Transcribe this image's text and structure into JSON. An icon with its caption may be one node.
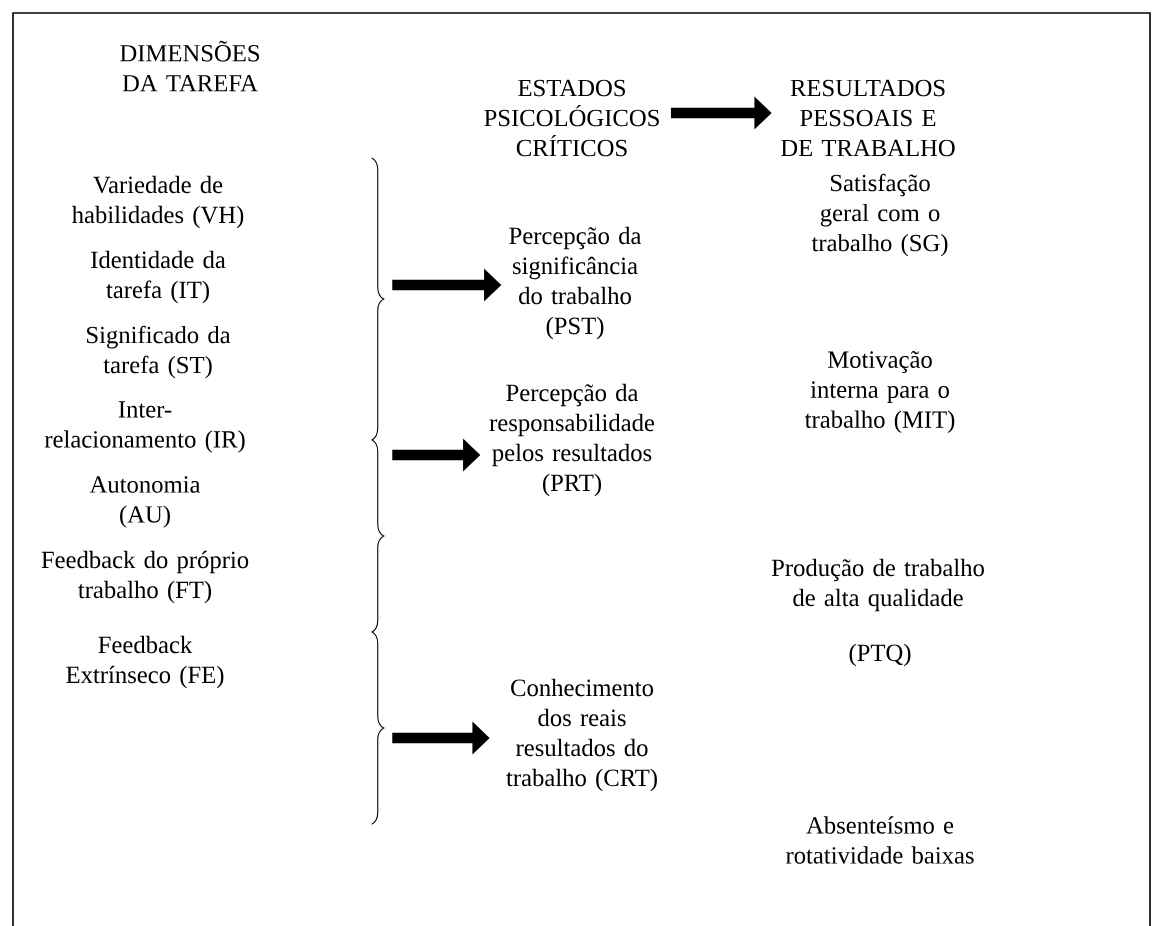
{
  "diagram": {
    "nodes": [
      {
        "text": [
          "ESTADOS PSICOLÓGICOS CRÍTICOS"
        ]
      },
      {
        "text": [
          "RESULTADOS PESSOAIS E DE TRABALHO"
        ]
      },
      {
        "text": [],
        "shape": "brace"
      },
      {
        "text": [],
        "shape": "brace"
      },
      {
        "text": [],
        "shape": "brace"
      },
      {
        "text": [
          "Percepção da significância do trabalho (PST)"
        ]
      },
      {
        "text": [
          "Percepção da responsabilidade pelos resultados (PRT)"
        ]
      },
      {
        "text": [
          "Conhecimento dos reais resultados do trabalho (CRT)"
        ]
      }
    ],
    "edges": [
      {
        "from": 0,
        "to": 1,
        "arrow": "to"
      },
      {
        "from": 2,
        "to": 5,
        "arrow": "to"
      },
      {
        "from": 3,
        "to": 6,
        "arrow": "to"
      },
      {
        "from": 4,
        "to": 7,
        "arrow": "to"
      }
    ],
    "labels": [
      "DIMENSÕES DA TAREFA",
      "Variedade de habilidades (VH)",
      "Satisfação geral com o trabalho (SG)",
      "Identidade da tarefa (IT)",
      "Significado da tarefa (ST)",
      "Motivação interna para o trabalho (MIT)",
      "Inter-relacionamento (IR)",
      "Autonomia (AU)",
      "Produção de trabalho de alta qualidade",
      "Feedback do próprio trabalho (FT)",
      "(PTQ)",
      "Feedback Extrínseco (FE)",
      "Absenteísmo e rotatividade baixas"
    ]
  }
}
